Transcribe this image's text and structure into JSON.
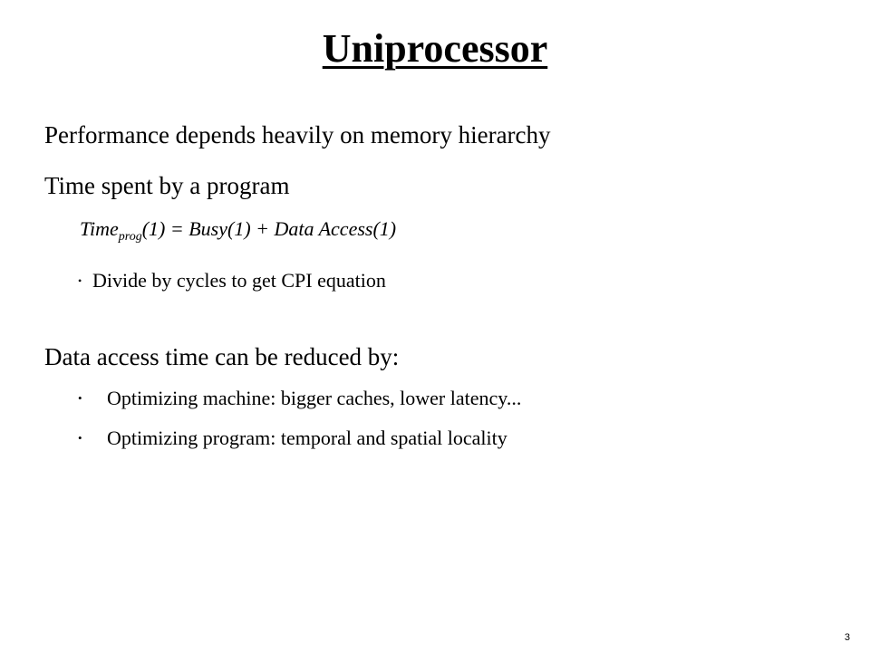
{
  "slide": {
    "title": "Uniprocessor",
    "point_performance": "Performance depends heavily on memory hierarchy",
    "point_time_spent": "Time spent by a program",
    "formula": {
      "lhs_base": "Time",
      "lhs_sub": "prog",
      "rhs": "(1) = Busy(1) + Data Access(1)"
    },
    "sub_bullet_cpi": "Divide by cycles to get CPI equation",
    "point_data_access": "Data access time can be reduced by:",
    "sub_bullets": [
      "Optimizing machine: bigger caches, lower latency...",
      "Optimizing program: temporal and spatial locality"
    ],
    "bullet_glyph": "•",
    "page_number": "3"
  }
}
